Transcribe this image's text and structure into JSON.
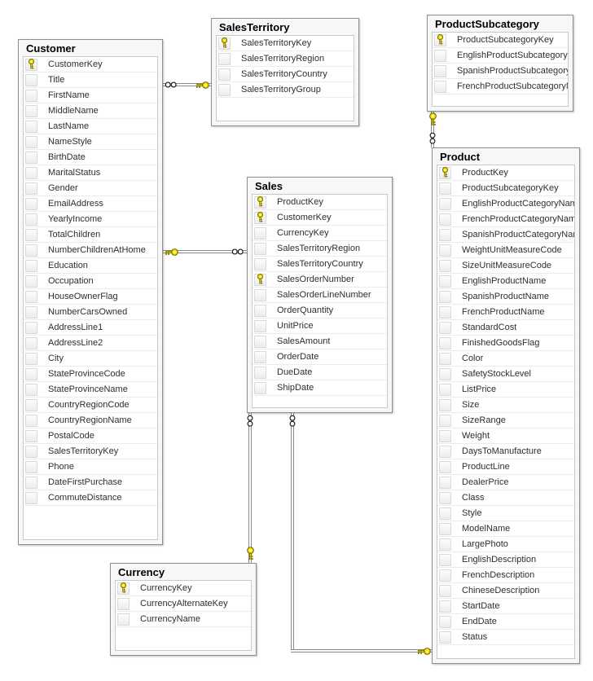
{
  "diagram": {
    "tables": [
      {
        "id": "Customer",
        "title": "Customer",
        "fields": [
          {
            "name": "CustomerKey",
            "key": true
          },
          {
            "name": "Title",
            "key": false
          },
          {
            "name": "FirstName",
            "key": false
          },
          {
            "name": "MiddleName",
            "key": false
          },
          {
            "name": "LastName",
            "key": false
          },
          {
            "name": "NameStyle",
            "key": false
          },
          {
            "name": "BirthDate",
            "key": false
          },
          {
            "name": "MaritalStatus",
            "key": false
          },
          {
            "name": "Gender",
            "key": false
          },
          {
            "name": "EmailAddress",
            "key": false
          },
          {
            "name": "YearlyIncome",
            "key": false
          },
          {
            "name": "TotalChildren",
            "key": false
          },
          {
            "name": "NumberChildrenAtHome",
            "key": false
          },
          {
            "name": "Education",
            "key": false
          },
          {
            "name": "Occupation",
            "key": false
          },
          {
            "name": "HouseOwnerFlag",
            "key": false
          },
          {
            "name": "NumberCarsOwned",
            "key": false
          },
          {
            "name": "AddressLine1",
            "key": false
          },
          {
            "name": "AddressLine2",
            "key": false
          },
          {
            "name": "City",
            "key": false
          },
          {
            "name": "StateProvinceCode",
            "key": false
          },
          {
            "name": "StateProvinceName",
            "key": false
          },
          {
            "name": "CountryRegionCode",
            "key": false
          },
          {
            "name": "CountryRegionName",
            "key": false
          },
          {
            "name": "PostalCode",
            "key": false
          },
          {
            "name": "SalesTerritoryKey",
            "key": false
          },
          {
            "name": "Phone",
            "key": false
          },
          {
            "name": "DateFirstPurchase",
            "key": false
          },
          {
            "name": "CommuteDistance",
            "key": false
          }
        ]
      },
      {
        "id": "SalesTerritory",
        "title": "SalesTerritory",
        "fields": [
          {
            "name": "SalesTerritoryKey",
            "key": true
          },
          {
            "name": "SalesTerritoryRegion",
            "key": false
          },
          {
            "name": "SalesTerritoryCountry",
            "key": false
          },
          {
            "name": "SalesTerritoryGroup",
            "key": false
          }
        ]
      },
      {
        "id": "ProductSubcategory",
        "title": "ProductSubcategory",
        "fields": [
          {
            "name": "ProductSubcategoryKey",
            "key": true
          },
          {
            "name": "EnglishProductSubcategoryName",
            "key": false
          },
          {
            "name": "SpanishProductSubcategoryName",
            "key": false
          },
          {
            "name": "FrenchProductSubcategoryName",
            "key": false
          }
        ]
      },
      {
        "id": "Product",
        "title": "Product",
        "fields": [
          {
            "name": "ProductKey",
            "key": true
          },
          {
            "name": "ProductSubcategoryKey",
            "key": false
          },
          {
            "name": "EnglishProductCategoryName",
            "key": false
          },
          {
            "name": "FrenchProductCategoryName",
            "key": false
          },
          {
            "name": "SpanishProductCategoryName",
            "key": false
          },
          {
            "name": "WeightUnitMeasureCode",
            "key": false
          },
          {
            "name": "SizeUnitMeasureCode",
            "key": false
          },
          {
            "name": "EnglishProductName",
            "key": false
          },
          {
            "name": "SpanishProductName",
            "key": false
          },
          {
            "name": "FrenchProductName",
            "key": false
          },
          {
            "name": "StandardCost",
            "key": false
          },
          {
            "name": "FinishedGoodsFlag",
            "key": false
          },
          {
            "name": "Color",
            "key": false
          },
          {
            "name": "SafetyStockLevel",
            "key": false
          },
          {
            "name": "ListPrice",
            "key": false
          },
          {
            "name": "Size",
            "key": false
          },
          {
            "name": "SizeRange",
            "key": false
          },
          {
            "name": "Weight",
            "key": false
          },
          {
            "name": "DaysToManufacture",
            "key": false
          },
          {
            "name": "ProductLine",
            "key": false
          },
          {
            "name": "DealerPrice",
            "key": false
          },
          {
            "name": "Class",
            "key": false
          },
          {
            "name": "Style",
            "key": false
          },
          {
            "name": "ModelName",
            "key": false
          },
          {
            "name": "LargePhoto",
            "key": false
          },
          {
            "name": "EnglishDescription",
            "key": false
          },
          {
            "name": "FrenchDescription",
            "key": false
          },
          {
            "name": "ChineseDescription",
            "key": false
          },
          {
            "name": "StartDate",
            "key": false
          },
          {
            "name": "EndDate",
            "key": false
          },
          {
            "name": "Status",
            "key": false
          }
        ]
      },
      {
        "id": "Sales",
        "title": "Sales",
        "fields": [
          {
            "name": "ProductKey",
            "key": true
          },
          {
            "name": "CustomerKey",
            "key": true
          },
          {
            "name": "CurrencyKey",
            "key": false
          },
          {
            "name": "SalesTerritoryRegion",
            "key": false
          },
          {
            "name": "SalesTerritoryCountry",
            "key": false
          },
          {
            "name": "SalesOrderNumber",
            "key": true
          },
          {
            "name": "SalesOrderLineNumber",
            "key": false
          },
          {
            "name": "OrderQuantity",
            "key": false
          },
          {
            "name": "UnitPrice",
            "key": false
          },
          {
            "name": "SalesAmount",
            "key": false
          },
          {
            "name": "OrderDate",
            "key": false
          },
          {
            "name": "DueDate",
            "key": false
          },
          {
            "name": "ShipDate",
            "key": false
          }
        ]
      },
      {
        "id": "Currency",
        "title": "Currency",
        "fields": [
          {
            "name": "CurrencyKey",
            "key": true
          },
          {
            "name": "CurrencyAlternateKey",
            "key": false
          },
          {
            "name": "CurrencyName",
            "key": false
          }
        ]
      }
    ],
    "relationships": [
      {
        "id": "customer-salesterritory",
        "one_end": "SalesTerritory",
        "many_end": "Customer"
      },
      {
        "id": "sales-customer",
        "one_end": "Customer",
        "many_end": "Sales"
      },
      {
        "id": "product-productsubcategory",
        "one_end": "ProductSubcategory",
        "many_end": "Product"
      },
      {
        "id": "sales-currency",
        "one_end": "Currency",
        "many_end": "Sales"
      },
      {
        "id": "sales-product",
        "one_end": "Product",
        "many_end": "Sales"
      }
    ],
    "legend": {
      "primary_key_icon": "key-icon",
      "one_cardinality_icon": "key-icon",
      "many_cardinality_icon": "infinity-icon"
    },
    "colors": {
      "key_yellow": "#f7e500",
      "connector_line": "#8a8a8a",
      "table_border": "#8e8e8e",
      "table_bg": "#f7f7f7",
      "row_text": "#2e2e2e",
      "canvas_bg": "#ffffff"
    }
  }
}
